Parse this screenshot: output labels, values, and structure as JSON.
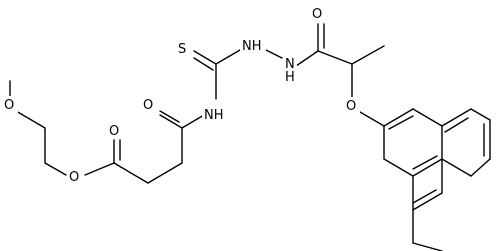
{
  "atoms": {
    "o_ether_methoxy": "O",
    "o_ester": "O",
    "o_ester_carbonyl": "O",
    "o_amide_carbonyl": "O",
    "n_amide": "NH",
    "s_thio": "S",
    "n_hydrazide_1": "NH",
    "n_hydrazide_2": "N",
    "n_hydrazide_2_h": "H",
    "o_hydrazide_carbonyl": "O",
    "o_naphthyl_ether": "O"
  }
}
